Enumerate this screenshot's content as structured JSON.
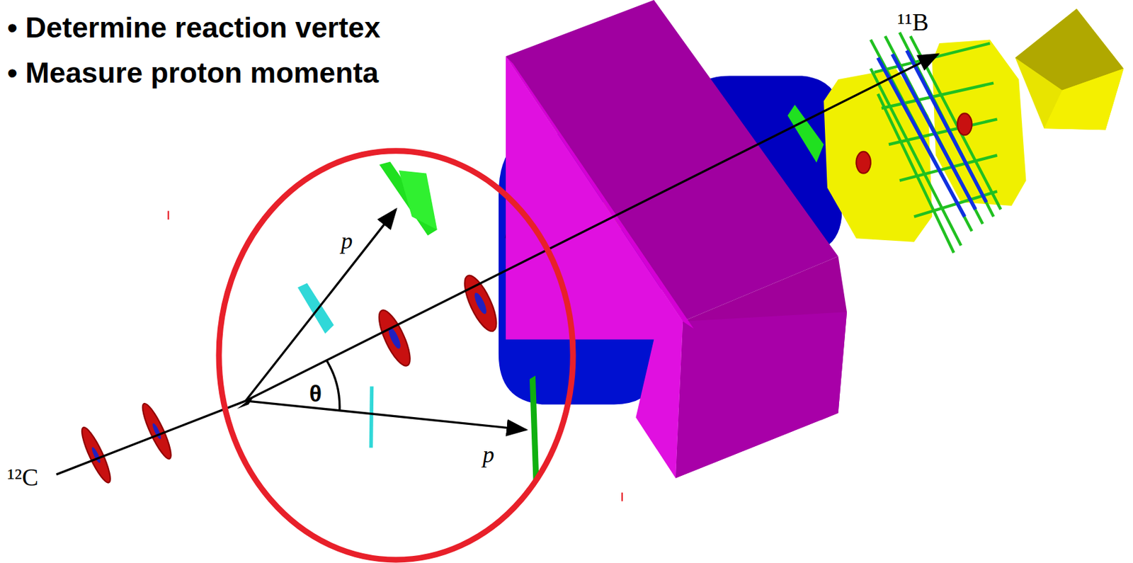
{
  "diagram": {
    "labels": [
      "• Determine reaction vertex",
      "• Measure proton momenta",
      "¹¹B",
      "p",
      "θ",
      "p",
      "¹²C"
    ]
  }
}
